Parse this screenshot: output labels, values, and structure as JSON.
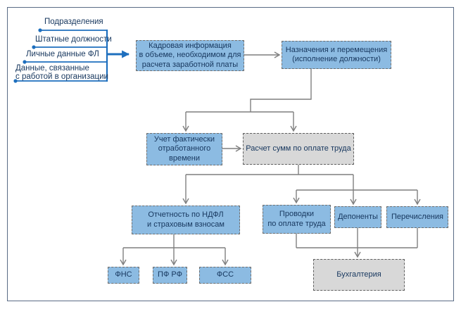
{
  "colors": {
    "accent_blue": "#1E6FBE",
    "node_fill_blue": "#8CBBE2",
    "node_fill_gray": "#D8D8D8",
    "node_border": "#6E6E6E",
    "connector_gray": "#7F7F7F",
    "text_dark": "#17375E",
    "frame_border": "#5A6B85"
  },
  "sources": {
    "items": [
      {
        "label": "Подразделения"
      },
      {
        "label": "Штатные должности"
      },
      {
        "label": "Личные данные ФЛ"
      },
      {
        "label": "Данные, связанные\nс работой в организации"
      }
    ]
  },
  "nodes": {
    "kadrovaya": {
      "label": "Кадровая информация\nв объеме, необходимом для\nрасчета заработной платы"
    },
    "naznacheniya": {
      "label": "Назначения и перемещения\n(исполнение должности)"
    },
    "uchet": {
      "label": "Учет фактически\nотработанного\nвремени"
    },
    "raschet": {
      "label": "Расчет сумм по оплате труда"
    },
    "otchetnost": {
      "label": "Отчетность по НДФЛ\nи страховым взносам"
    },
    "provodki": {
      "label": "Проводки\nпо оплате труда"
    },
    "deponenty": {
      "label": "Депоненты"
    },
    "perechisleniya": {
      "label": "Перечисления"
    },
    "fns": {
      "label": "ФНС"
    },
    "pfrf": {
      "label": "ПФ РФ"
    },
    "fss": {
      "label": "ФСС"
    },
    "buhgalteriya": {
      "label": "Бухгалтерия"
    }
  }
}
